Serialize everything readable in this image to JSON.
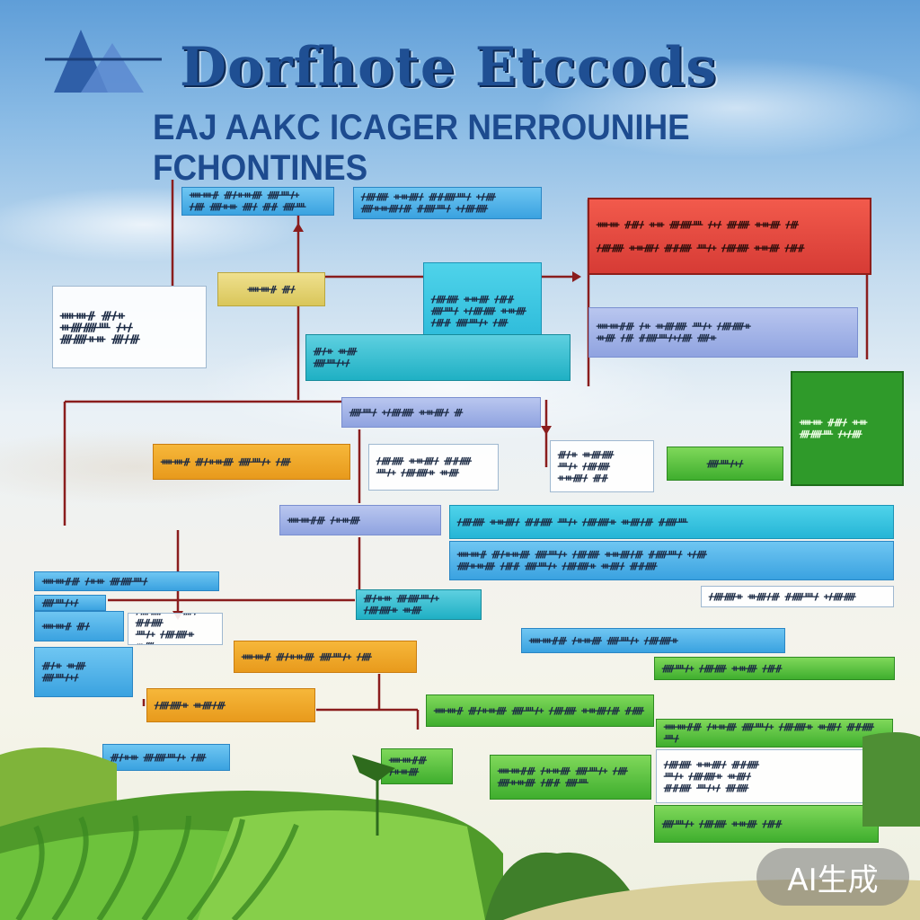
{
  "header": {
    "title": "Dorfhote Etccods",
    "subtitle": "EAJ AAKC ICAGER NERROUNIHE FCHONTINES"
  },
  "boxes": {
    "n1": "ᚔᚓᚌ ᚍᚋᚑᚒᚎ ᚏᚉᚋᚐ\nᚋᚎ ᚏᚑᚒ ᚎᚋ ᚍᚌ ᚏᚉ",
    "n2": "ᚋᚎᚏ ᚑᚒᚎᚋ ᚍᚌᚏᚉᚋ ᚐᚋᚎ\nᚏᚑᚒᚎᚋᚍ ᚌᚏᚉᚋ ᚐᚋᚎᚏ",
    "n3": "ᚔᚓ ᚌᚍᚋ ᚑᚒ ᚎᚏᚉ ᚋᚐᚋ ᚎᚏ ᚑᚒᚎ ᚋᚍ\n\nᚋᚎᚏ ᚑᚒᚎᚋ ᚍᚌᚏ ᚉᚋᚐ ᚋᚎᚏ ᚑᚒᚎ ᚋᚍᚌ",
    "n4": "ᚔᚓᚌ ᚍᚋ",
    "n5": "ᚍᚋᚑ ᚒᚎ\nᚏᚉᚋᚐᚋ",
    "n6": "ᚋᚎᚏ ᚑᚒᚎ ᚋᚍᚌ\nᚏᚉᚋ ᚐᚋᚎᚏ ᚑᚒᚎ\nᚋᚍᚌ ᚏᚉᚋᚐ ᚋᚎ",
    "n7": "ᚔᚓᚌ ᚍᚋᚑ\nᚒᚎᚏᚉ ᚋᚐᚋ\nᚎᚏᚑᚒ ᚎᚋᚍ",
    "n8": "ᚔᚓᚌᚍ ᚋᚑ ᚒᚎᚏ ᚉᚋᚐ ᚋᚎᚏᚑ\nᚒᚎ ᚋᚍ ᚌᚏᚉᚋᚐᚋᚎ ᚏᚑ",
    "n9": "ᚏᚉᚋ ᚐᚋᚎᚏ ᚑᚒᚎᚋ ᚍ",
    "n10": "ᚔᚓᚌ ᚍᚋᚑᚒᚎ ᚏᚉᚋᚐ ᚋᚎ",
    "n11": "ᚋᚎᚏ ᚑᚒᚎᚋ ᚍᚌᚏ\nᚉᚋᚐ ᚋᚎᚏᚑ ᚒᚎ",
    "n12": "ᚔᚓ ᚌᚍᚋ ᚑᚒ\nᚎᚏᚉ ᚋᚐᚋᚎ",
    "n13": "ᚏᚉᚋᚐᚋ",
    "n14": "ᚍᚋᚑ ᚒᚎᚏ\nᚉᚋᚐ ᚋᚎᚏ\nᚑᚒᚎᚋ ᚍᚌ",
    "n15": "ᚔᚓᚌᚍ ᚋᚑᚒᚎ",
    "n16": "ᚋᚎᚏ ᚑᚒᚎᚋ ᚍᚌᚏ ᚉᚋᚐ ᚋᚎᚏᚑ ᚒᚎᚋᚍ ᚌᚏᚉ",
    "n17": "ᚔᚓᚌ ᚍᚋᚑᚒᚎ ᚏᚉᚋᚐ ᚋᚎᚏ ᚑᚒᚎᚋᚍ ᚌᚏᚉᚋ ᚐᚋᚎ\nᚏᚑᚒᚎ ᚋᚍᚌ ᚏᚉᚋᚐ ᚋᚎᚏᚑ ᚒᚎᚋ ᚍᚌᚏ",
    "n18": "ᚔᚓᚌᚍ ᚋᚑᚒ ᚎᚏᚉᚋ",
    "n19": "ᚍᚋᚑᚒ ᚎᚏᚉᚋᚐ ᚋᚎᚏᚑ ᚒᚎ",
    "n20": "ᚋᚎᚏᚑ ᚒᚎᚋᚍ ᚌᚏᚉᚋ ᚐᚋᚎᚏ",
    "n21": "ᚔᚓᚌᚍ ᚋᚑᚒᚎ ᚏᚉᚋᚐ ᚋᚎᚏᚑ",
    "n22": "ᚏᚉᚋᚐ ᚋᚎᚏ ᚑᚒᚎ ᚋᚍᚌ",
    "n23": "ᚔᚓᚌ ᚍᚋᚑᚒᚎ ᚏᚉᚋᚐ ᚋᚎᚏ ᚑᚒᚎᚋᚍ ᚌᚏ",
    "n24": "ᚋᚎᚏᚑ ᚒᚎᚋᚍ",
    "n25": "ᚍᚋᚑᚒ ᚎᚏᚉᚋᚐ ᚋᚎ",
    "n26": "ᚔᚓᚌᚍ ᚋᚑᚒᚎ ᚏᚉᚋᚐ ᚋᚎᚏᚑ ᚒᚎᚋ ᚍᚌᚏ ᚉᚋ",
    "n27": "ᚋᚎᚏ ᚑᚒᚎᚋ ᚍᚌᚏ\nᚉᚋᚐ ᚋᚎᚏᚑ ᚒᚎᚋ\nᚍᚌᚏ ᚉᚋᚐᚋ ᚎᚏ",
    "n28": "ᚔᚓᚌᚍ ᚋᚑᚒᚎ ᚏᚉᚋᚐ ᚋᚎ ᚏᚑᚒᚎ ᚋᚍᚌ ᚏᚉ"
  },
  "badge": "AI生成"
}
